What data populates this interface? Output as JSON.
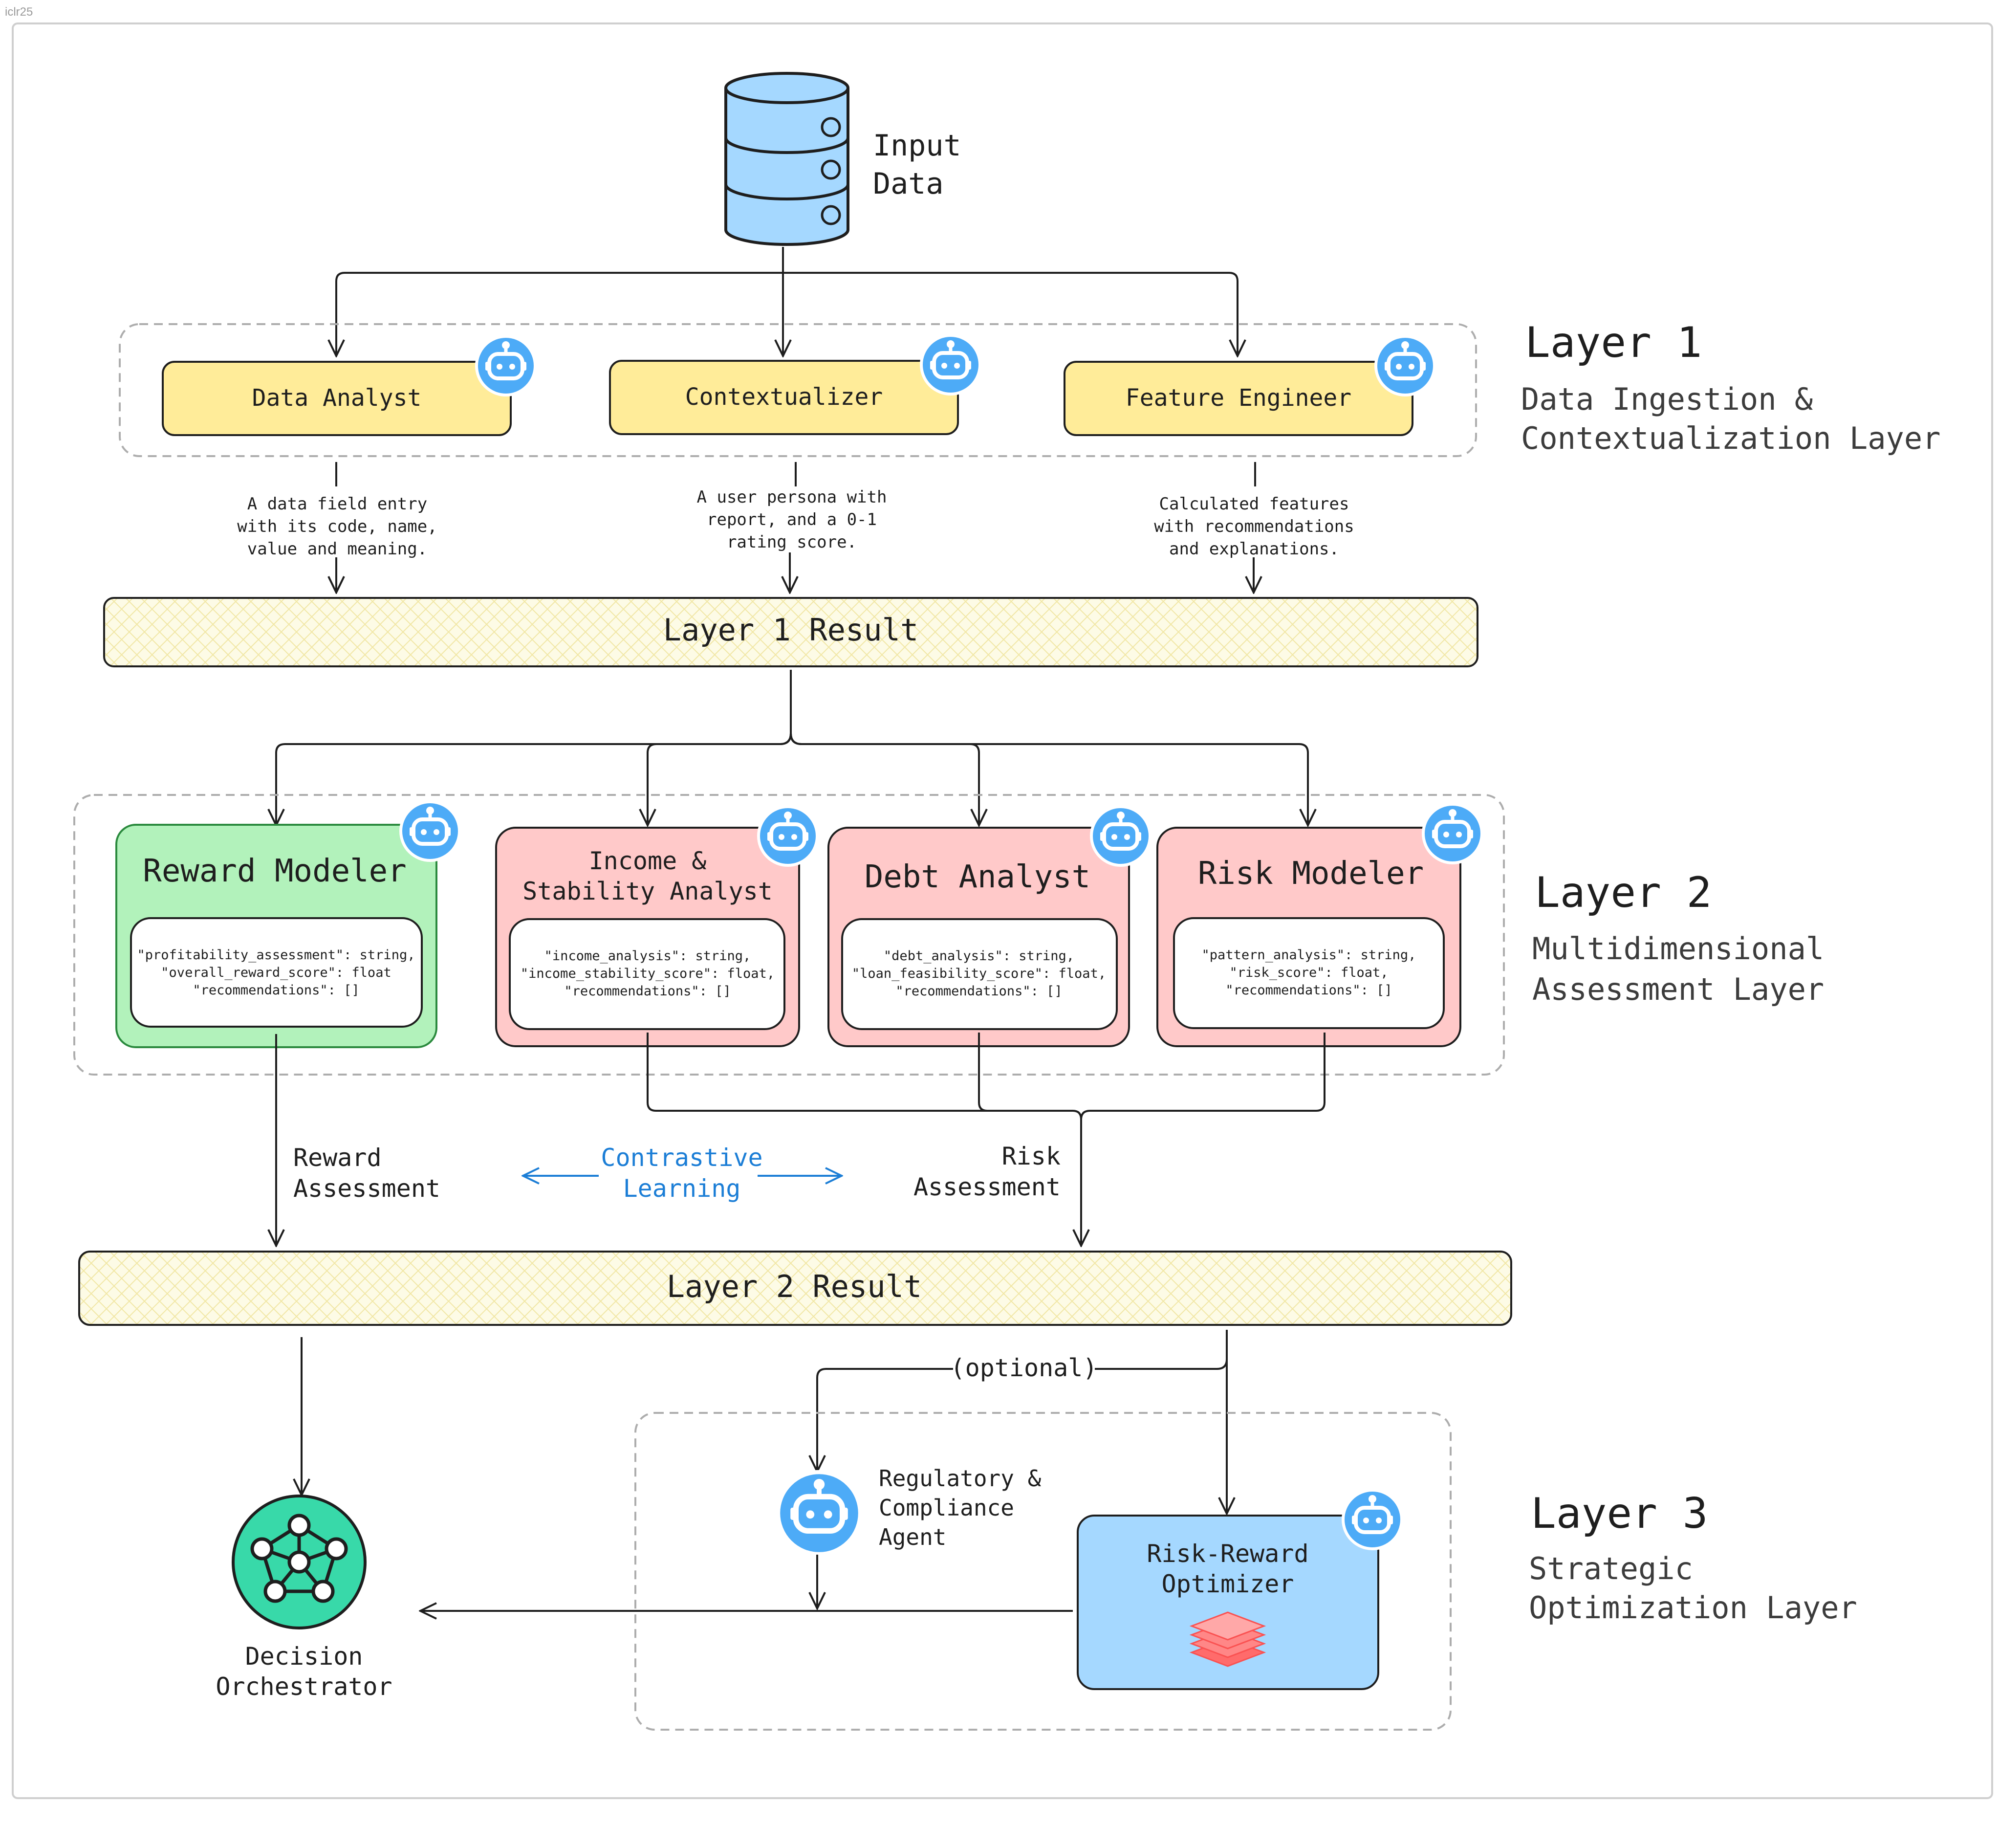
{
  "corner_label": "iclr25",
  "input": {
    "label_line1": "Input",
    "label_line2": "Data"
  },
  "layer1": {
    "title": "Layer 1",
    "subtitle_line1": "Data Ingestion &",
    "subtitle_line2": "Contextualization Layer",
    "agents": [
      {
        "name": "Data Analyst",
        "output": [
          "A data field entry",
          "with its code, name,",
          "value and meaning."
        ]
      },
      {
        "name": "Contextualizer",
        "output": [
          "A user persona with",
          "report, and a 0-1",
          "rating score."
        ]
      },
      {
        "name": "Feature Engineer",
        "output": [
          "Calculated features",
          "with recommendations",
          "and explanations."
        ]
      }
    ],
    "result": "Layer 1 Result"
  },
  "layer2": {
    "title": "Layer 2",
    "subtitle_line1": "Multidimensional",
    "subtitle_line2": "Assessment Layer",
    "agents": [
      {
        "name_lines": [
          "Reward Modeler"
        ],
        "schema": [
          "\"profitability_assessment\": string,",
          "\"overall_reward_score\": float",
          "\"recommendations\": []"
        ],
        "fill": "#b2f2bb",
        "stroke": "#2b8a3e"
      },
      {
        "name_lines": [
          "Income &",
          "Stability Analyst"
        ],
        "schema": [
          "\"income_analysis\": string,",
          "\"income_stability_score\": float,",
          "\"recommendations\": []"
        ],
        "fill": "#ffc9c9",
        "stroke": "#1e1e1e"
      },
      {
        "name_lines": [
          "Debt Analyst"
        ],
        "schema": [
          "\"debt_analysis\": string,",
          "\"loan_feasibility_score\": float,",
          "\"recommendations\": []"
        ],
        "fill": "#ffc9c9",
        "stroke": "#1e1e1e"
      },
      {
        "name_lines": [
          "Risk Modeler"
        ],
        "schema": [
          "\"pattern_analysis\": string,",
          "\"risk_score\": float,",
          "\"recommendations\": []"
        ],
        "fill": "#ffc9c9",
        "stroke": "#1e1e1e"
      }
    ],
    "reward_label": [
      "Reward",
      "Assessment"
    ],
    "contrastive_label": [
      "Contrastive",
      "Learning"
    ],
    "risk_label": [
      "Risk",
      "Assessment"
    ],
    "result": "Layer 2 Result"
  },
  "layer3": {
    "title": "Layer 3",
    "subtitle_line1": "Strategic",
    "subtitle_line2": "Optimization Layer",
    "optional_label": "(optional)",
    "regulatory_agent": [
      "Regulatory &",
      "Compliance",
      "Agent"
    ],
    "optimizer": [
      "Risk-Reward",
      "Optimizer"
    ],
    "orchestrator": [
      "Decision",
      "Orchestrator"
    ]
  },
  "colors": {
    "yellow_box": "#ffec99",
    "result_box": "#fdfbe6",
    "db_blue": "#a5d8ff",
    "robot_blue": "#4dabf7",
    "optimizer_blue": "#a5d8ff",
    "orchestrator_green": "#38d9a9",
    "contrastive_blue": "#1c7ed6",
    "stack_red": "#ff6b6b"
  }
}
